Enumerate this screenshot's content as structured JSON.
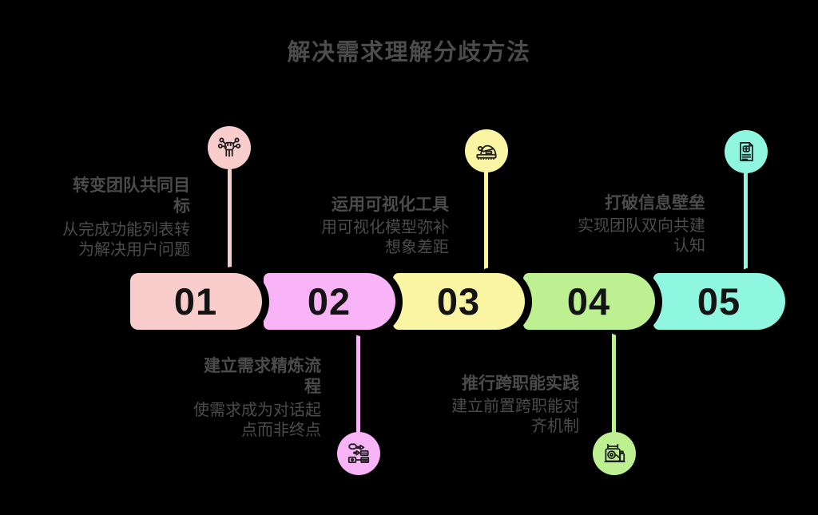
{
  "title": "解决需求理解分歧方法",
  "colors": {
    "background": "#000000",
    "text": "#4B4B4B",
    "number": "#141414",
    "step1": "#F9CDCB",
    "step2": "#F9B4F8",
    "step3": "#F9F5A3",
    "step4": "#BCF091",
    "step5": "#8FF7E0"
  },
  "steps": [
    {
      "number": "01",
      "icon": "fist-network-icon",
      "text_position": "above",
      "heading": "转变团队共同目\n标",
      "description": "从完成功能列表转\n为解决用户问题"
    },
    {
      "number": "02",
      "icon": "workflow-icon",
      "text_position": "below",
      "heading": "建立需求精炼流\n程",
      "description": "使需求成为对话起\n点而非终点"
    },
    {
      "number": "03",
      "icon": "sander-tool-icon",
      "text_position": "above",
      "heading": "运用可视化工具",
      "description": "用可视化模型弥补\n想象差距"
    },
    {
      "number": "04",
      "icon": "machine-grinder-icon",
      "text_position": "below",
      "heading": "推行跨职能实践",
      "description": "建立前置跨职能对\n齐机制"
    },
    {
      "number": "05",
      "icon": "medical-report-icon",
      "text_position": "above",
      "heading": "打破信息壁垒",
      "description": "实现团队双向共建\n认知"
    }
  ]
}
